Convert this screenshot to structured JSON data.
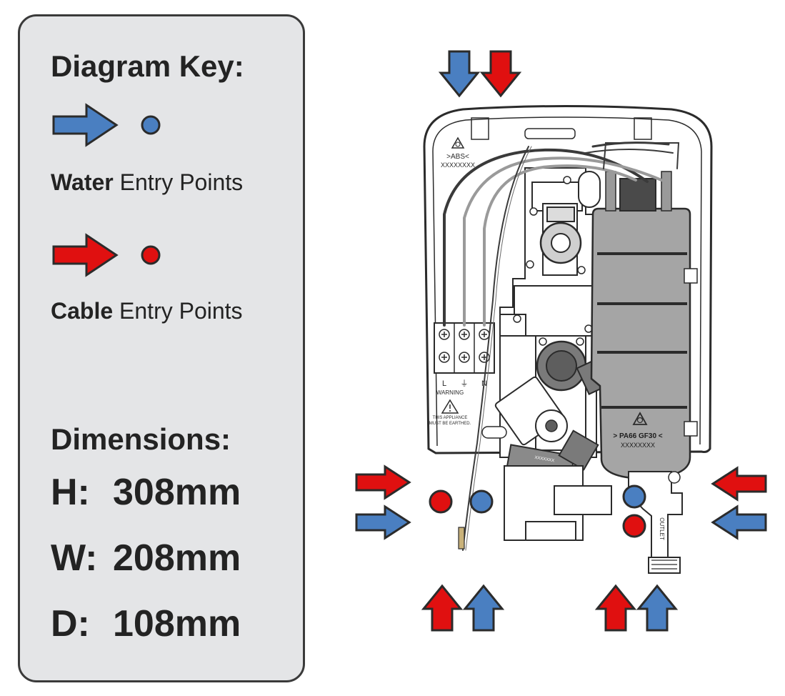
{
  "key": {
    "title": "Diagram Key:",
    "water": {
      "bold": "Water",
      "rest": " Entry Points",
      "color": "#4a7fc1"
    },
    "cable": {
      "bold": "Cable",
      "rest": " Entry Points",
      "color": "#e01010"
    }
  },
  "dimensions": {
    "title": "Dimensions:",
    "rows": [
      {
        "label": "H:",
        "value": "308mm"
      },
      {
        "label": "W:",
        "value": "208mm"
      },
      {
        "label": "D:",
        "value": "108mm"
      }
    ]
  },
  "unit": {
    "terminal_labels": [
      "L",
      "⏚",
      "N"
    ],
    "warning_title": "WARNING",
    "warning_text": [
      "THIS APPLIANCE",
      "MUST BE EARTHED."
    ],
    "case_material": ">ABS<",
    "case_code": "XXXXXXXX",
    "tank_material": "> PA66 GF30 <",
    "tank_code": "XXXXXXXX",
    "outlet_label": "OUTLET",
    "valve_code": "XXXXXXX"
  },
  "colors": {
    "water": "#4a7fc1",
    "cable": "#e01010",
    "outline": "#2b2b2b",
    "panel": "#e4e5e7"
  }
}
